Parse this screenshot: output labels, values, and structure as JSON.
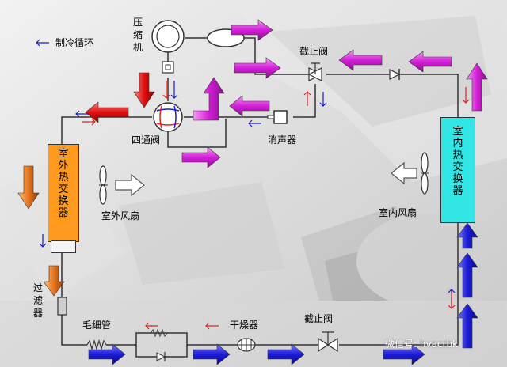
{
  "legend": {
    "text": "制冷循环",
    "arrow_color": "#1a1acc"
  },
  "labels": {
    "compressor": "压缩机",
    "four_way_valve": "四通阀",
    "muffler": "消声器",
    "stop_valve_top": "截止阀",
    "stop_valve_bottom": "截止阀",
    "outdoor_hx": "室外热交换器",
    "indoor_hx": "室内热交换器",
    "outdoor_fan": "室外风扇",
    "indoor_fan": "室内风扇",
    "filter": "过滤器",
    "capillary": "毛细管",
    "dryer": "干燥器"
  },
  "watermark": "微信号: hvacrbk",
  "colors": {
    "outdoor_hx_fill": "#ff9a1e",
    "indoor_hx_fill": "#33e6e6",
    "pink_arrow": "#e040e8",
    "blue_arrow": "#1c1cd8",
    "red_arrow": "#e61a1a",
    "orange_arrow": "#e8741e",
    "pipe": "#333333",
    "flow_red": "#e62020",
    "flow_blue": "#1a1acc"
  }
}
